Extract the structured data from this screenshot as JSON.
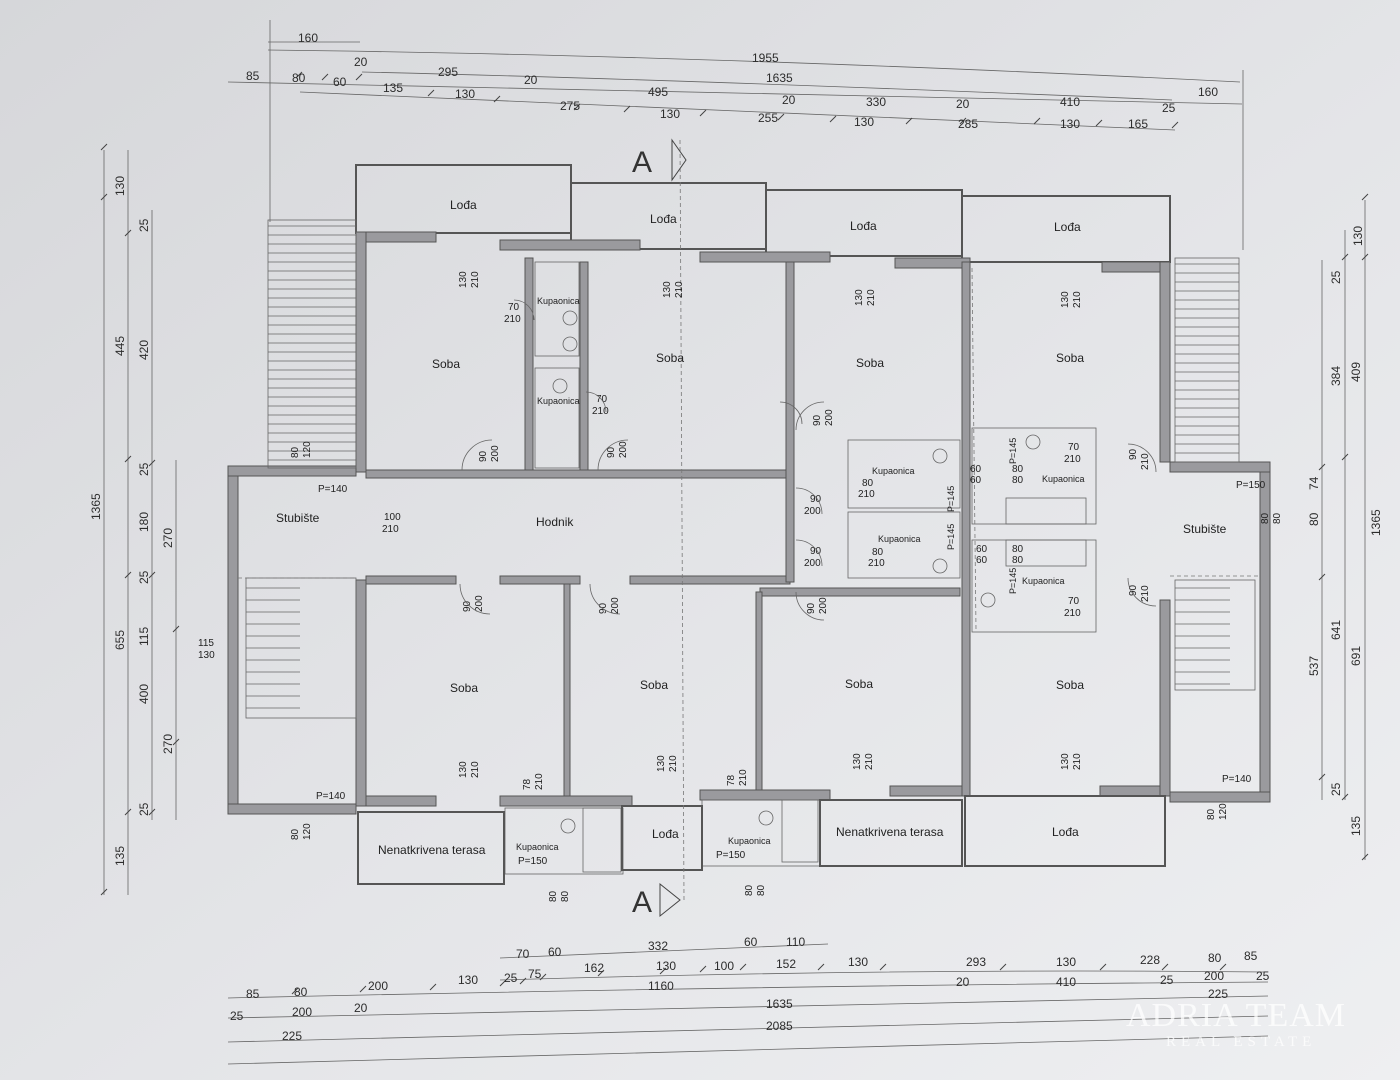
{
  "top_dims": {
    "row1": [
      "160"
    ],
    "row2": [
      "1955"
    ],
    "row3": [
      "20",
      "295",
      "20",
      "1635",
      "160"
    ],
    "row4": [
      "85",
      "80",
      "60",
      "135",
      "130",
      "495",
      "20",
      "330",
      "20",
      "410",
      "25"
    ],
    "row5": [
      "275",
      "130",
      "255",
      "130",
      "285",
      "130",
      "165"
    ]
  },
  "bottom_dims": {
    "row1": [
      "70",
      "60",
      "332",
      "60",
      "110"
    ],
    "row2": [
      "25",
      "75",
      "162",
      "130",
      "100",
      "152",
      "130",
      "293",
      "130",
      "228",
      "80",
      "85"
    ],
    "row3": [
      "85",
      "80",
      "200",
      "130",
      "1160",
      "20",
      "410",
      "25",
      "200",
      "25"
    ],
    "row4": [
      "25",
      "200",
      "20",
      "1635",
      "225"
    ],
    "row5": [
      "225",
      "2085"
    ]
  },
  "left_dims": {
    "outer": [
      "1365"
    ],
    "mid": [
      "130",
      "25",
      "445",
      "420",
      "25",
      "180",
      "25",
      "655",
      "115",
      "400",
      "25",
      "135"
    ],
    "inner": [
      "270",
      "270"
    ]
  },
  "right_dims": {
    "outer": [
      "1365"
    ],
    "mid": [
      "130",
      "409",
      "691"
    ],
    "inner": [
      "25",
      "384",
      "74",
      "80",
      "641",
      "537",
      "25",
      "135"
    ]
  },
  "section_marks": {
    "top": "A",
    "bottom": "A"
  },
  "rooms": {
    "loda": "Lođa",
    "soba": "Soba",
    "kupaonica": "Kupaonica",
    "hodnik": "Hodnik",
    "stubiste": "Stubište",
    "terasa": "Nenatkrivena terasa"
  },
  "openings": {
    "w130_210": [
      "130",
      "210"
    ],
    "d90_200": [
      "90",
      "200"
    ],
    "d80_210": [
      "80",
      "210"
    ],
    "d70_210": [
      "70",
      "210"
    ],
    "d100_210": [
      "100",
      "210"
    ],
    "d78_210": [
      "78",
      "210"
    ],
    "w80_120": [
      "80",
      "120"
    ],
    "w60_60": [
      "60",
      "60"
    ],
    "w80_80": [
      "80",
      "80"
    ],
    "w115_130": [
      "115",
      "130"
    ],
    "p140": "P=140",
    "p150": "P=150",
    "p145": "P=145"
  },
  "watermark": {
    "brand": "ADRIA TEAM",
    "sub": "REAL ESTATE"
  }
}
